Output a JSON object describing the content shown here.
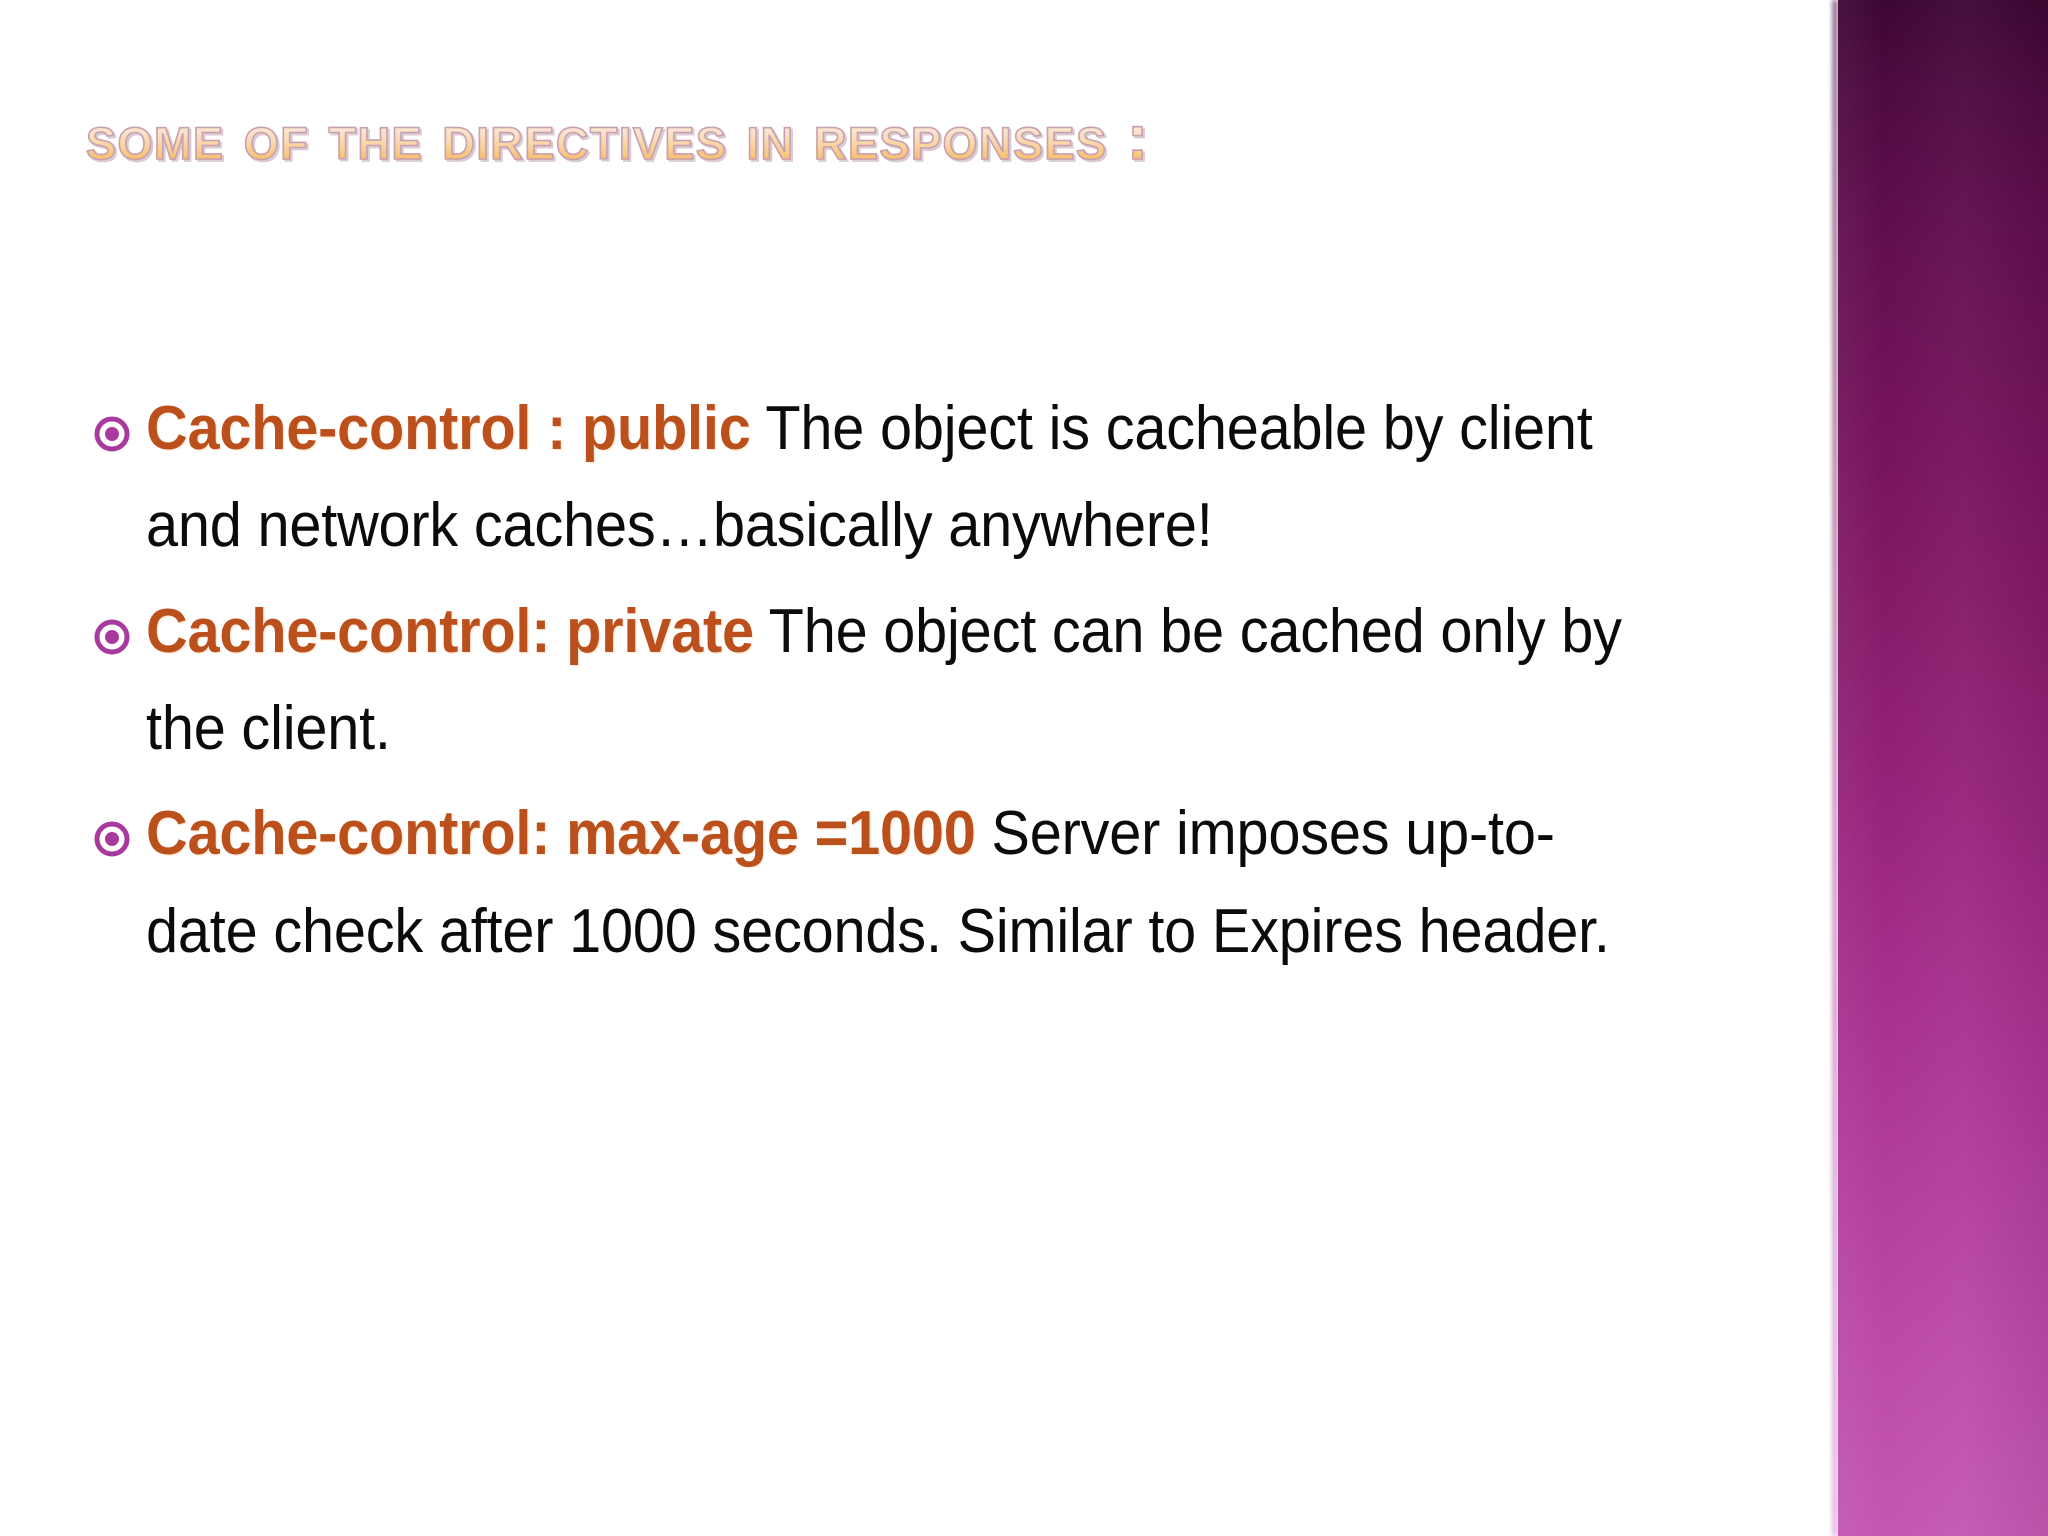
{
  "slide": {
    "title": "Some of the directives in Responses :",
    "background_color": "#ffffff",
    "accent_band_color_top": "#3d0733",
    "accent_band_color_bottom": "#c457b2",
    "directive_color": "#bb501d",
    "body_text_color": "#101010",
    "bullet_marker_color": "#a83a9e",
    "bullet_icon": "target-ring-bullet-icon",
    "bullets": [
      {
        "directive": "Cache-control : public",
        "description": " The object is cacheable by client and network caches…basically anywhere!"
      },
      {
        "directive": "Cache-control: private",
        "description": " The object can be cached only by the client."
      },
      {
        "directive": "Cache-control: max-age =1000",
        "description": " Server imposes up-to-date check after 1000 seconds. Similar to Expires header."
      }
    ]
  }
}
